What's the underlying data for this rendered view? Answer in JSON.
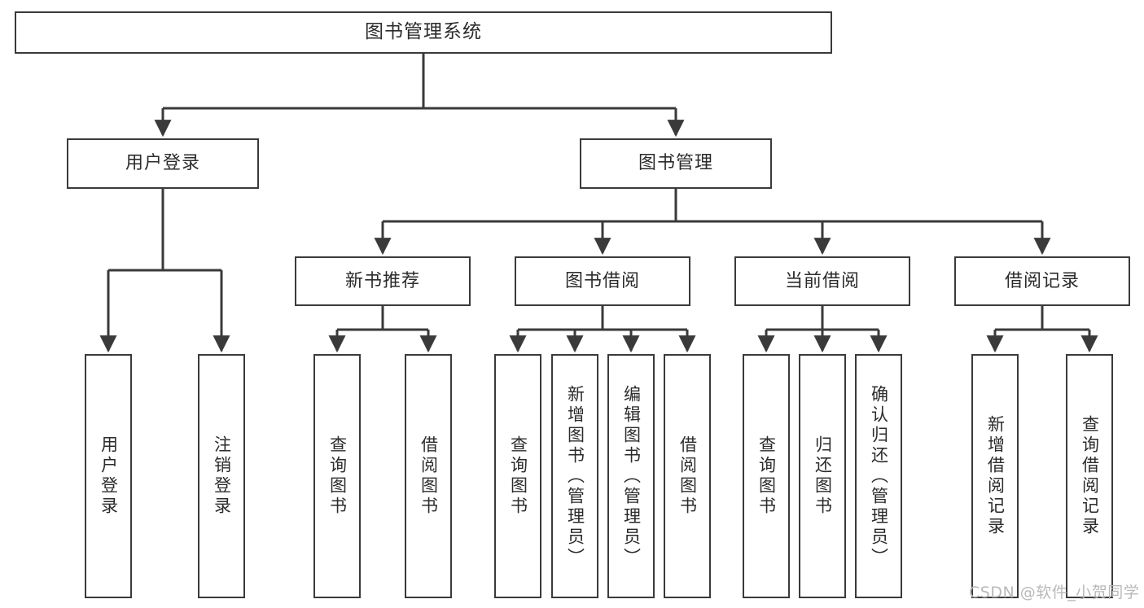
{
  "diagram": {
    "title": "图书管理系统",
    "type": "tree-hierarchy",
    "watermark": "CSDN @软件_小贺同学",
    "colors": {
      "stroke": "#3a3a3a",
      "fill": "#ffffff",
      "text": "#2b2b2b",
      "watermark": "#b9b9b9"
    },
    "nodes": {
      "root": {
        "label": "图书管理系统"
      },
      "level2": [
        {
          "id": "user-login",
          "label": "用户登录"
        },
        {
          "id": "book-manage",
          "label": "图书管理"
        }
      ],
      "level3": [
        {
          "id": "new-book-recommend",
          "label": "新书推荐"
        },
        {
          "id": "book-borrow",
          "label": "图书借阅"
        },
        {
          "id": "current-borrow",
          "label": "当前借阅"
        },
        {
          "id": "borrow-record",
          "label": "借阅记录"
        }
      ],
      "leaves": {
        "user-login": [
          {
            "id": "leaf-user-login",
            "label": "用户登录"
          },
          {
            "id": "leaf-logout",
            "label": "注销登录"
          }
        ],
        "new-book-recommend": [
          {
            "id": "leaf-query-book-1",
            "label": "查询图书"
          },
          {
            "id": "leaf-borrow-book-1",
            "label": "借阅图书"
          }
        ],
        "book-borrow": [
          {
            "id": "leaf-query-book-2",
            "label": "查询图书"
          },
          {
            "id": "leaf-add-book",
            "label": "新增图书（管理员）"
          },
          {
            "id": "leaf-edit-book",
            "label": "编辑图书（管理员）"
          },
          {
            "id": "leaf-borrow-book-2",
            "label": "借阅图书"
          }
        ],
        "current-borrow": [
          {
            "id": "leaf-query-book-3",
            "label": "查询图书"
          },
          {
            "id": "leaf-return-book",
            "label": "归还图书"
          },
          {
            "id": "leaf-confirm-return",
            "label": "确认归还（管理员）"
          }
        ],
        "borrow-record": [
          {
            "id": "leaf-add-record",
            "label": "新增借阅记录"
          },
          {
            "id": "leaf-query-record",
            "label": "查询借阅记录"
          }
        ]
      }
    }
  }
}
